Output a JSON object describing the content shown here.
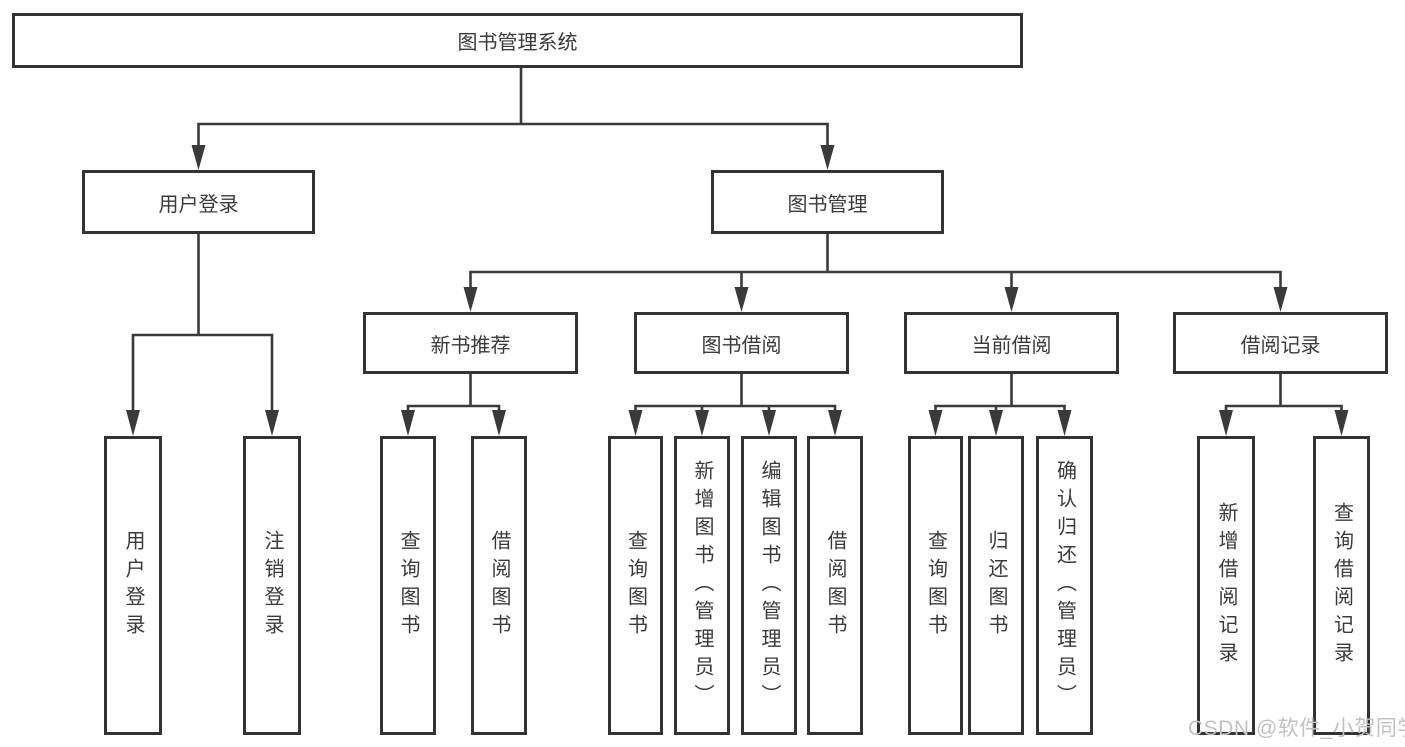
{
  "diagram": {
    "root": {
      "label": "图书管理系统"
    },
    "level2": [
      {
        "label": "用户登录"
      },
      {
        "label": "图书管理"
      }
    ],
    "level3": [
      {
        "label": "新书推荐"
      },
      {
        "label": "图书借阅"
      },
      {
        "label": "当前借阅"
      },
      {
        "label": "借阅记录"
      }
    ],
    "leaves": [
      {
        "label": "用户登录"
      },
      {
        "label": "注销登录"
      },
      {
        "label": "查询图书"
      },
      {
        "label": "借阅图书"
      },
      {
        "label": "查询图书"
      },
      {
        "label": "新增图书（管理员）"
      },
      {
        "label": "编辑图书（管理员）"
      },
      {
        "label": "借阅图书"
      },
      {
        "label": "查询图书"
      },
      {
        "label": "归还图书"
      },
      {
        "label": "确认归还（管理员）"
      },
      {
        "label": "新增借阅记录"
      },
      {
        "label": "查询借阅记录"
      }
    ]
  },
  "watermark": {
    "text": "CSDN @软件_小贺同学"
  },
  "colors": {
    "line": "#3a3a3a",
    "box_border": "#333333",
    "text": "#3a3a3a",
    "watermark": "#c2c2c2",
    "background": "#ffffff"
  }
}
